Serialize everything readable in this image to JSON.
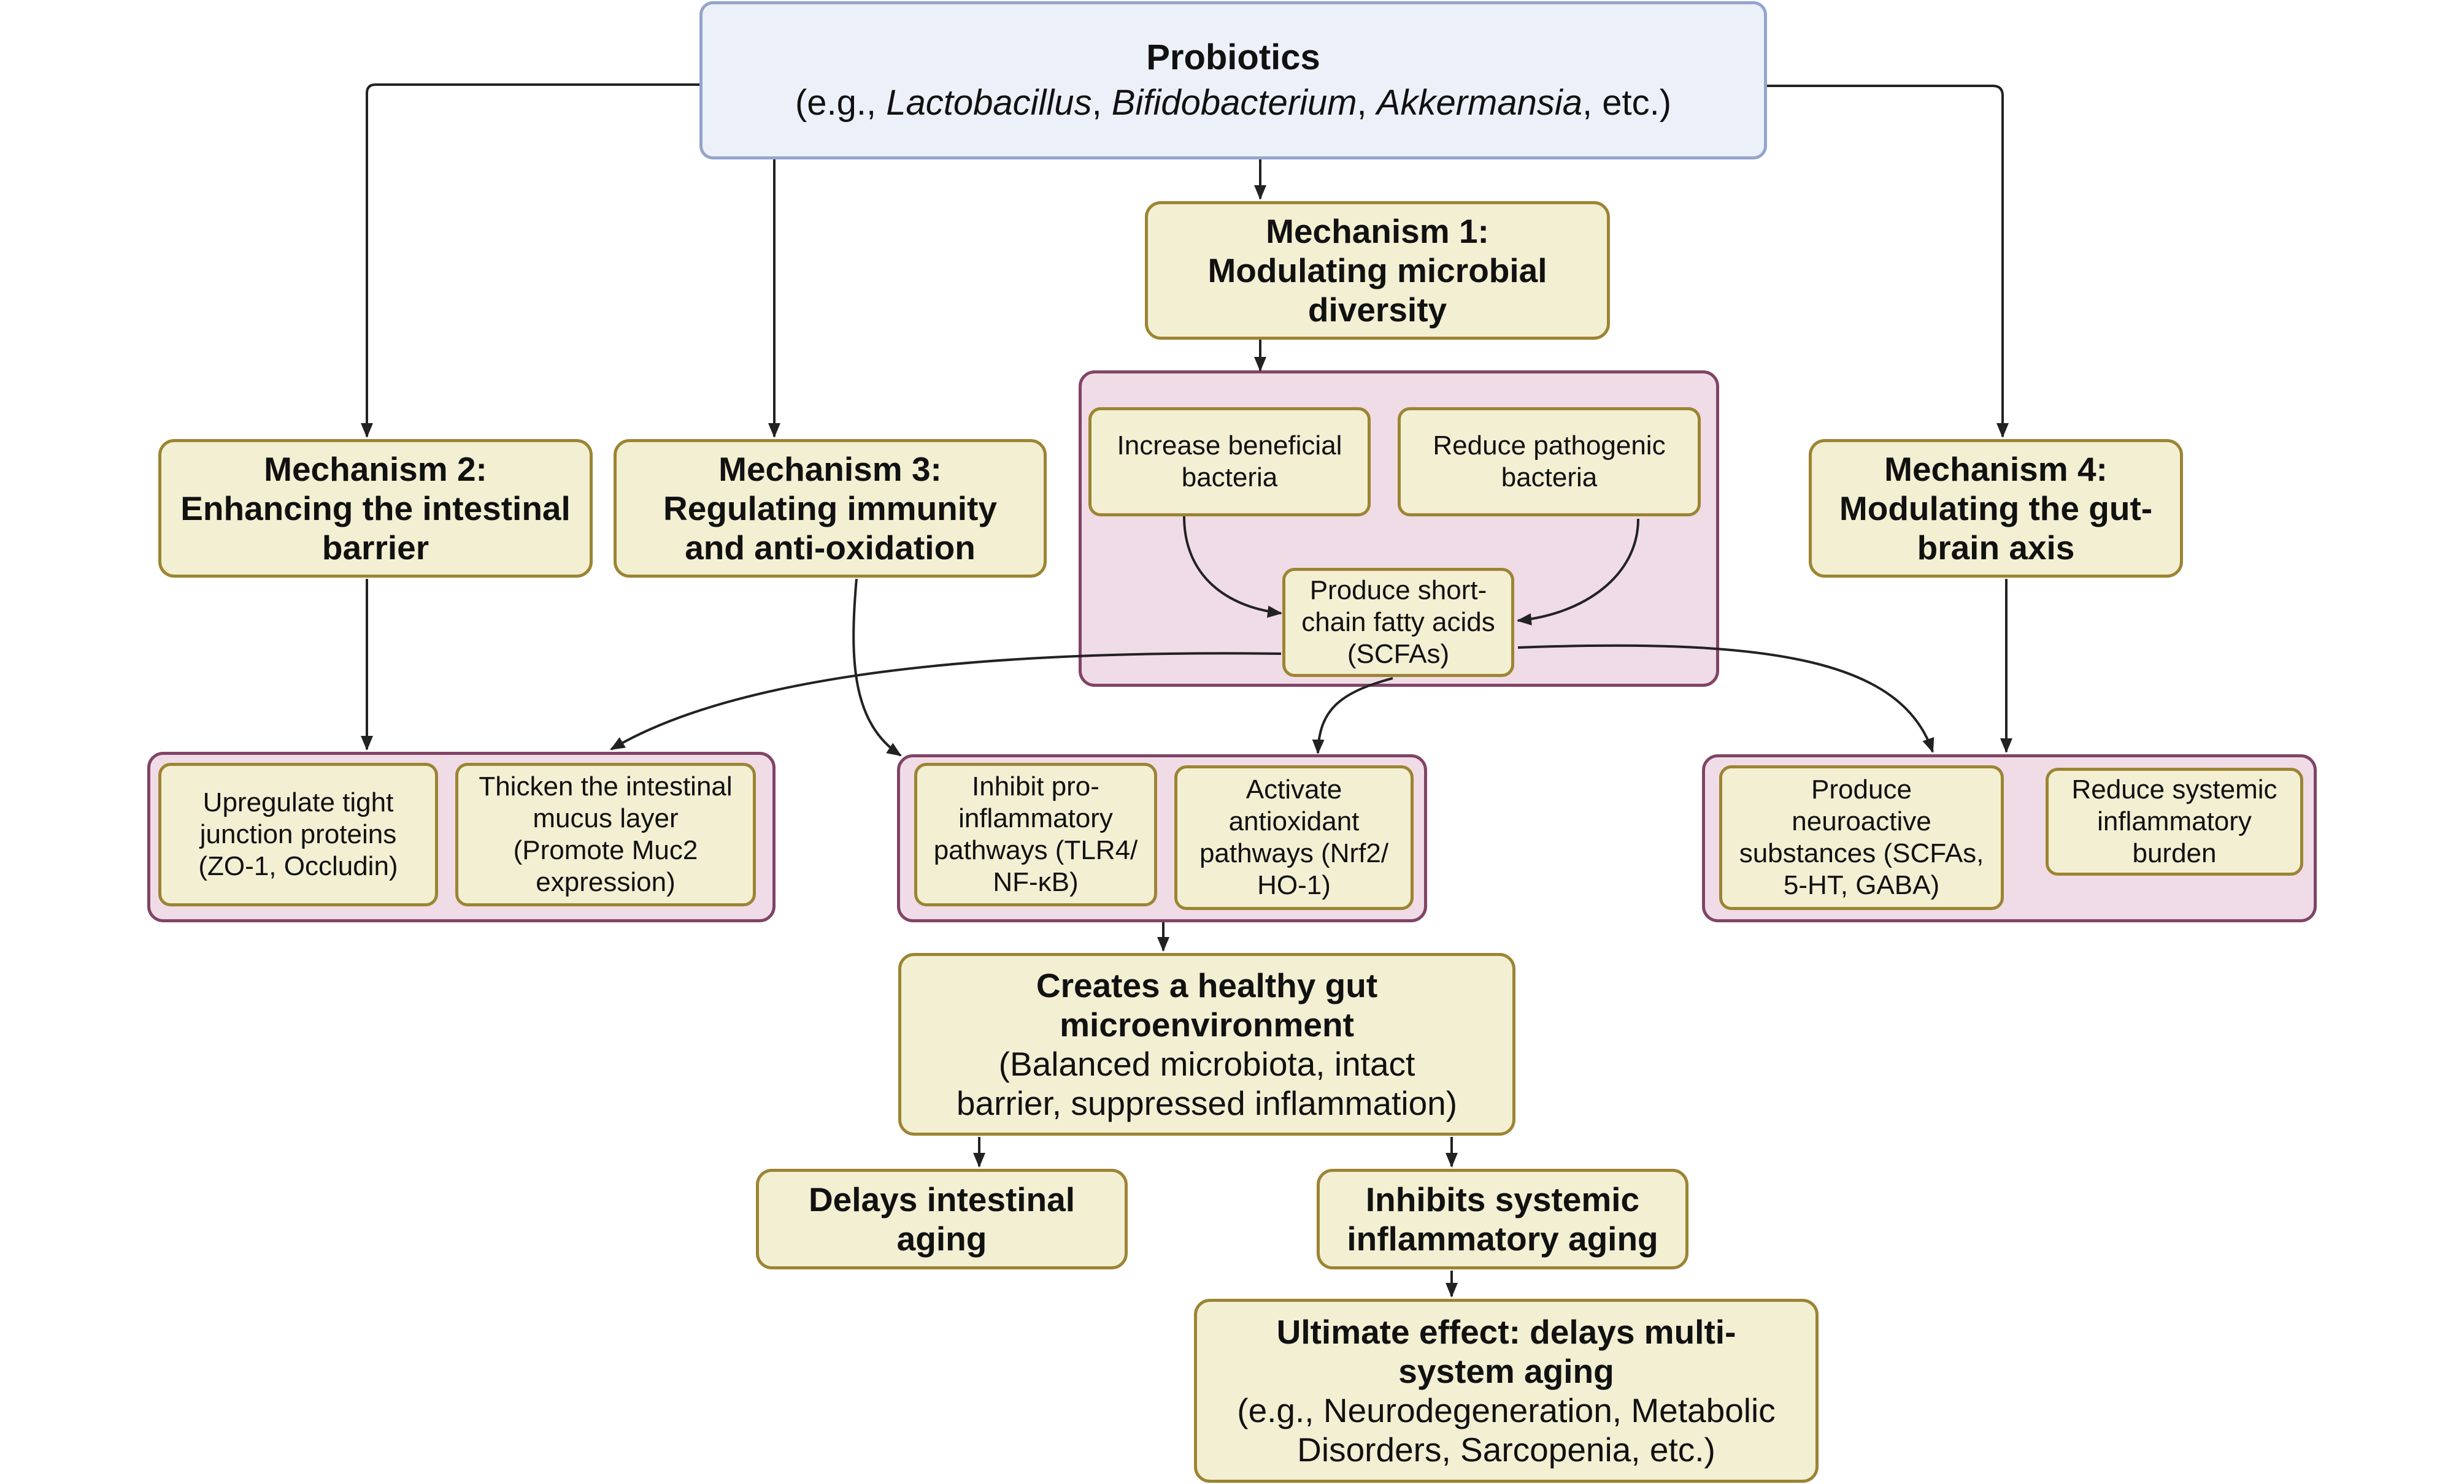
{
  "diagram": {
    "root": {
      "title": "Probiotics",
      "subtitle_prefix": "(e.g., ",
      "examples": [
        "Lactobacillus",
        "Bifidobacterium",
        "Akkermansia"
      ],
      "subtitle_suffix": ", etc.)"
    },
    "mechanism1": {
      "line1": "Mechanism 1:",
      "line2": "Modulating microbial",
      "line3": "diversity"
    },
    "mechanism2": {
      "line1": "Mechanism 2:",
      "line2": "Enhancing the intestinal",
      "line3": "barrier"
    },
    "mechanism3": {
      "line1": "Mechanism 3:",
      "line2": "Regulating immunity",
      "line3": "and anti-oxidation"
    },
    "mechanism4": {
      "line1": "Mechanism 4:",
      "line2": "Modulating the gut-",
      "line3": "brain axis"
    },
    "m1_group": {
      "increase": [
        "Increase beneficial",
        "bacteria"
      ],
      "reduce": [
        "Reduce pathogenic",
        "bacteria"
      ],
      "scfa": [
        "Produce short-",
        "chain fatty acids",
        "(SCFAs)"
      ]
    },
    "m2_group": {
      "tight": [
        "Upregulate tight",
        "junction proteins",
        "(ZO-1, Occludin)"
      ],
      "mucus": [
        "Thicken the intestinal",
        "mucus layer",
        "(Promote Muc2",
        "expression)"
      ]
    },
    "m3_group": {
      "inhibit": [
        "Inhibit pro-",
        "inflammatory",
        "pathways (TLR4/",
        "NF-κB)"
      ],
      "activate": [
        "Activate",
        "antioxidant",
        "pathways (Nrf2/",
        "HO-1)"
      ]
    },
    "m4_group": {
      "neuro": [
        "Produce",
        "neuroactive",
        "substances (SCFAs,",
        "5-HT, GABA)"
      ],
      "burden": [
        "Reduce systemic",
        "inflammatory",
        "burden"
      ]
    },
    "healthy": {
      "title": [
        "Creates a healthy gut",
        "microenvironment"
      ],
      "detail": [
        "(Balanced microbiota, intact",
        "barrier, suppressed inflammation)"
      ]
    },
    "delays_intestinal": [
      "Delays intestinal",
      "aging"
    ],
    "inhibits_systemic": [
      "Inhibits systemic",
      "inflammatory aging"
    ],
    "ultimate": {
      "title": [
        "Ultimate effect: delays multi-",
        "system aging"
      ],
      "detail": [
        "(e.g., Neurodegeneration, Metabolic",
        "Disorders, Sarcopenia, etc.)"
      ]
    }
  },
  "colors": {
    "root_fill": "#ECF1F9",
    "root_border": "#92A5CC",
    "node_fill": "#F2EFD3",
    "node_border": "#9C8433",
    "group_fill": "#F0DCE6",
    "group_border": "#804466",
    "arrow": "#222222"
  }
}
